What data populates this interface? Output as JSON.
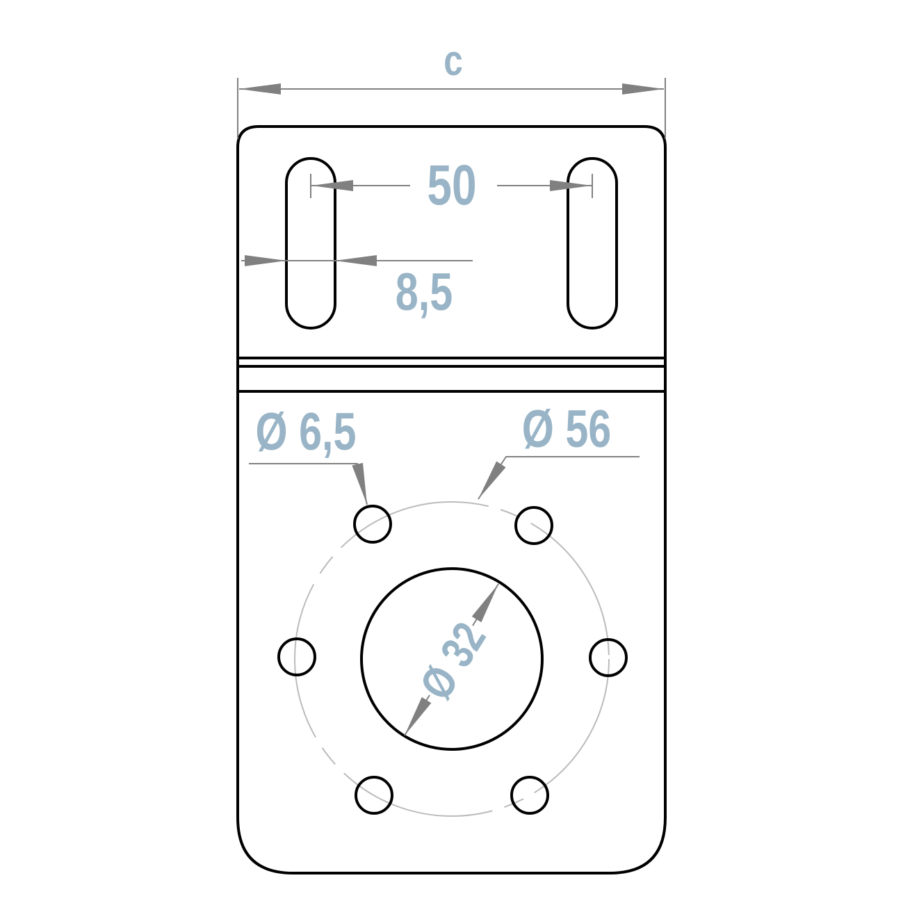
{
  "dimensions": {
    "overall_width": "c",
    "slot_spacing": "50",
    "slot_width": "8,5",
    "hole_diameter": "Ø 6,5",
    "bolt_circle_diameter": "Ø 56",
    "center_bore_diameter": "Ø 32"
  },
  "colors": {
    "dimension_text": "#98b4c6",
    "dimension_line": "#808080",
    "outline": "#000000",
    "bolt_circle": "#bbbbbb"
  }
}
